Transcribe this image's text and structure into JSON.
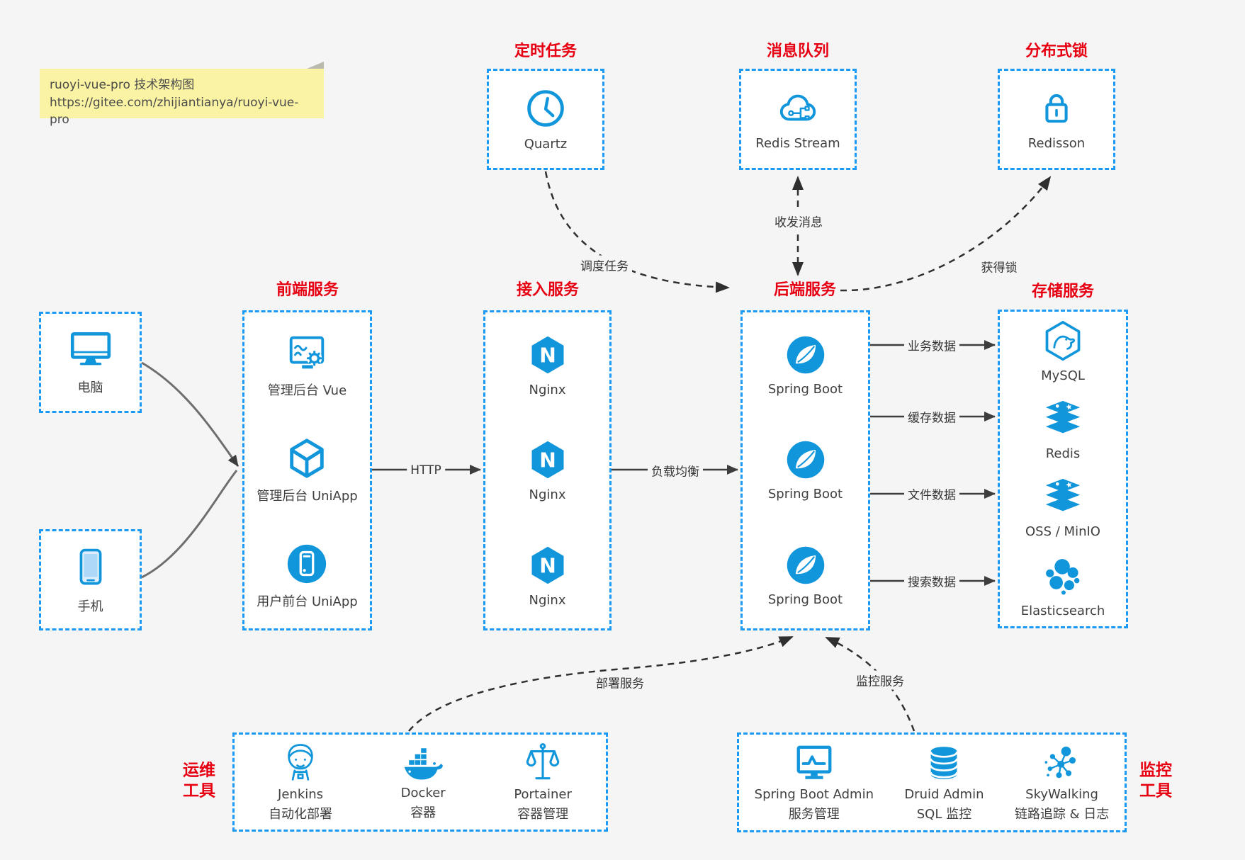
{
  "note": {
    "title": "ruoyi-vue-pro 技术架构图",
    "url": "https://gitee.com/zhijiantianya/ruoyi-vue-pro"
  },
  "colors": {
    "icon_blue": "#1296db",
    "border_blue": "#1b99f5",
    "title_red": "#e60012",
    "arrow_gray": "#3d3d3d",
    "note_yellow": "#faf3a3",
    "canvas_bg": "#f5f5f6"
  },
  "sections": {
    "scheduled_job": {
      "title": "定时任务",
      "node": {
        "label": "Quartz",
        "icon": "clock-icon"
      }
    },
    "message_queue": {
      "title": "消息队列",
      "node": {
        "label": "Redis Stream",
        "icon": "cloud-stream-icon"
      }
    },
    "distributed_lock": {
      "title": "分布式锁",
      "node": {
        "label": "Redisson",
        "icon": "lock-icon"
      }
    },
    "devices": {
      "computer": {
        "label": "电脑",
        "icon": "desktop-icon"
      },
      "phone": {
        "label": "手机",
        "icon": "phone-icon"
      }
    },
    "frontend": {
      "title": "前端服务",
      "nodes": [
        {
          "label": "管理后台 Vue",
          "icon": "admin-screen-gear-icon"
        },
        {
          "label": "管理后台 UniApp",
          "icon": "uniapp-cube-icon"
        },
        {
          "label": "用户前台 UniApp",
          "icon": "user-app-icon"
        }
      ]
    },
    "gateway": {
      "title": "接入服务",
      "nodes": [
        {
          "label": "Nginx",
          "icon": "nginx-icon"
        },
        {
          "label": "Nginx",
          "icon": "nginx-icon"
        },
        {
          "label": "Nginx",
          "icon": "nginx-icon"
        }
      ]
    },
    "backend": {
      "title": "后端服务",
      "nodes": [
        {
          "label": "Spring Boot",
          "icon": "spring-icon"
        },
        {
          "label": "Spring Boot",
          "icon": "spring-icon"
        },
        {
          "label": "Spring Boot",
          "icon": "spring-icon"
        }
      ]
    },
    "storage": {
      "title": "存储服务",
      "nodes": [
        {
          "label": "MySQL",
          "icon": "mysql-icon"
        },
        {
          "label": "Redis",
          "icon": "redis-stack-icon"
        },
        {
          "label": "OSS / MinIO",
          "icon": "oss-stack-icon"
        },
        {
          "label": "Elasticsearch",
          "icon": "elasticsearch-icon"
        }
      ]
    },
    "ops_tools": {
      "title_line1": "运维",
      "title_line2": "工具",
      "nodes": [
        {
          "label": "Jenkins",
          "desc": "自动化部署",
          "icon": "jenkins-icon"
        },
        {
          "label": "Docker",
          "desc": "容器",
          "icon": "docker-icon"
        },
        {
          "label": "Portainer",
          "desc": "容器管理",
          "icon": "portainer-icon"
        }
      ]
    },
    "monitor_tools": {
      "title_line1": "监控",
      "title_line2": "工具",
      "nodes": [
        {
          "label": "Spring Boot Admin",
          "desc": "服务管理",
          "icon": "monitor-pulse-icon"
        },
        {
          "label": "Druid Admin",
          "desc": "SQL 监控",
          "icon": "database-icon"
        },
        {
          "label": "SkyWalking",
          "desc": "链路追踪 & 日志",
          "icon": "topology-icon"
        }
      ]
    }
  },
  "edges": {
    "http": {
      "label": "HTTP"
    },
    "load_balance": {
      "label": "负载均衡"
    },
    "business_data": {
      "label": "业务数据"
    },
    "cache_data": {
      "label": "缓存数据"
    },
    "file_data": {
      "label": "文件数据"
    },
    "search_data": {
      "label": "搜索数据"
    },
    "schedule_job": {
      "label": "调度任务"
    },
    "send_receive_message": {
      "label": "收发消息"
    },
    "acquire_lock": {
      "label": "获得锁"
    },
    "deploy_service": {
      "label": "部署服务"
    },
    "monitor_service": {
      "label": "监控服务"
    }
  }
}
